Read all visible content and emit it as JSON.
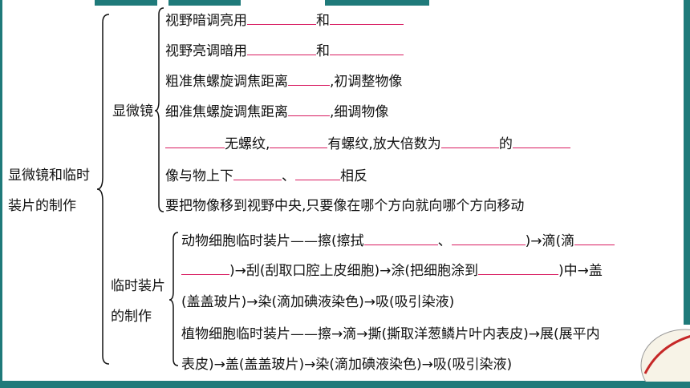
{
  "root_label_line1": "显微镜和临时",
  "root_label_line2": "装片的制作",
  "section_microscope": "显微镜",
  "section_slide_line1": "临时装片",
  "section_slide_line2": "的制作",
  "lines": {
    "l1_a": "视野暗调亮用",
    "l1_b": "和",
    "l2_a": "视野亮调暗用",
    "l2_b": "和",
    "l3_a": "粗准焦螺旋调焦距离",
    "l3_b": ",初调整物像",
    "l4_a": "细准焦螺旋调焦距离",
    "l4_b": ",细调物像",
    "l5_a": "无螺纹,",
    "l5_b": "有螺纹,放大倍数为",
    "l5_c": "的",
    "l6_a": "像与物上下",
    "l6_b": "、",
    "l6_c": "相反",
    "l7": "要把物像移到视野中央,只要像在哪个方向就向哪个方向移动",
    "a1_a": "动物细胞临时装片——擦(擦拭",
    "a1_b": "、",
    "a1_c": ")→滴(滴",
    "a2_a": ")→刮(刮取口腔上皮细胞)→涂(把细胞涂到",
    "a2_b": ")中→盖",
    "a3": "(盖盖玻片)→染(滴加碘液染色)→吸(吸引染液)",
    "p1": "植物细胞临时装片——擦→滴→撕(撕取洋葱鳞片叶内表皮)→展(展平内",
    "p2": "表皮)→盖(盖盖玻片)→染(滴加碘液染色)→吸(吸引染液)"
  },
  "colors": {
    "frame": "#1f7a7a",
    "blank_underline": "#d81b60"
  }
}
